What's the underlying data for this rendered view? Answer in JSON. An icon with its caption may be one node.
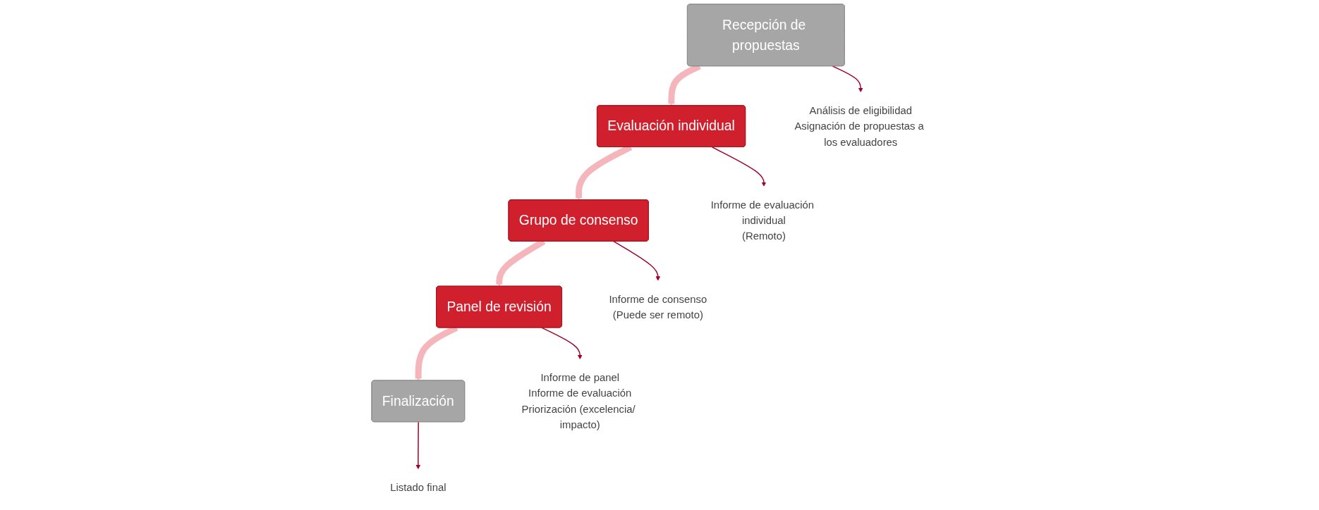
{
  "diagram": {
    "nodes": [
      {
        "text": [
          "Recepción de propuestas"
        ]
      },
      {
        "text": [
          "Evaluación individual"
        ]
      },
      {
        "text": [
          "Grupo de consenso"
        ]
      },
      {
        "text": [
          "Panel de revisión"
        ]
      },
      {
        "text": [
          "Finalización"
        ]
      },
      {
        "text": [
          "Análisis de eligibilidad",
          "Asignación de propuestas a los evaluadores"
        ]
      },
      {
        "text": [
          "Informe de evaluación individual",
          "(Remoto)"
        ]
      },
      {
        "text": [
          "Informe de consenso",
          "(Puede ser remoto)"
        ]
      },
      {
        "text": [
          "Informe de panel",
          "Informe de evaluación",
          "Priorización (excelencia/ impacto)"
        ]
      },
      {
        "text": [
          "Listado final"
        ]
      }
    ],
    "edges": [
      {
        "from": 0,
        "to": 1,
        "arrow": "to",
        "style": "thick",
        "color": "#f4b6bb"
      },
      {
        "from": 1,
        "to": 2,
        "arrow": "to",
        "style": "thick",
        "color": "#f4b6bb"
      },
      {
        "from": 2,
        "to": 3,
        "arrow": "to",
        "style": "thick",
        "color": "#f4b6bb"
      },
      {
        "from": 3,
        "to": 4,
        "arrow": "to",
        "style": "thick",
        "color": "#f4b6bb"
      },
      {
        "from": 0,
        "to": 5,
        "arrow": "to"
      },
      {
        "from": 1,
        "to": 6,
        "arrow": "to"
      },
      {
        "from": 2,
        "to": 7,
        "arrow": "to"
      },
      {
        "from": 3,
        "to": 8,
        "arrow": "to"
      },
      {
        "from": 4,
        "to": 9,
        "arrow": "to"
      }
    ]
  }
}
